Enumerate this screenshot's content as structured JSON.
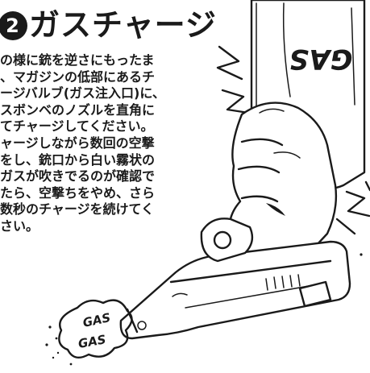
{
  "heading": {
    "number": "2",
    "text": "ガスチャージ"
  },
  "instructions": [
    "の様に銃を逆さにもったま",
    "、マガジンの低部にあるチ",
    "ージバルブ(ガス注入口)に、",
    "スボンベのノズルを直角に",
    "てチャージしてください。",
    "ャージしながら数回の空撃",
    "をし、銃口から白い霧状の",
    "ガスが吹きでるのが確認で",
    "たら、空撃ちをやめ、さら",
    "数秒のチャージを続けてく",
    "さい。"
  ],
  "illustration": {
    "can_label": "GAS",
    "muzzle_gas_1": "GAS",
    "muzzle_gas_2": "GAS"
  }
}
